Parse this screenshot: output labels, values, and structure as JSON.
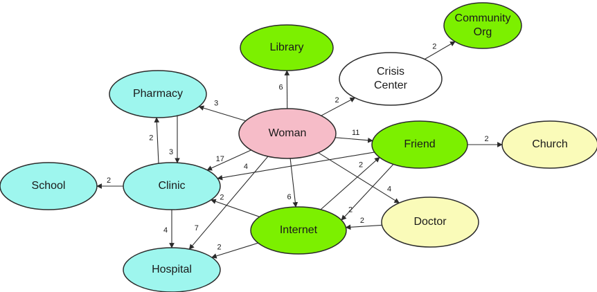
{
  "colors": {
    "pink": "#f6bcc8",
    "cyan": "#9ef6ee",
    "green": "#7cf000",
    "yellow": "#fafbb9",
    "white": "#ffffff",
    "stroke": "#2b2b2b"
  },
  "nodes": [
    {
      "id": "woman",
      "lines": [
        "Woman"
      ],
      "color": "pink"
    },
    {
      "id": "library",
      "lines": [
        "Library"
      ],
      "color": "green"
    },
    {
      "id": "crisis-center",
      "lines": [
        "Crisis",
        "Center"
      ],
      "color": "white"
    },
    {
      "id": "community-org",
      "lines": [
        "Community",
        "Org"
      ],
      "color": "green"
    },
    {
      "id": "pharmacy",
      "lines": [
        "Pharmacy"
      ],
      "color": "cyan"
    },
    {
      "id": "clinic",
      "lines": [
        "Clinic"
      ],
      "color": "cyan"
    },
    {
      "id": "school",
      "lines": [
        "School"
      ],
      "color": "cyan"
    },
    {
      "id": "hospital",
      "lines": [
        "Hospital"
      ],
      "color": "cyan"
    },
    {
      "id": "friend",
      "lines": [
        "Friend"
      ],
      "color": "green"
    },
    {
      "id": "church",
      "lines": [
        "Church"
      ],
      "color": "yellow"
    },
    {
      "id": "internet",
      "lines": [
        "Internet"
      ],
      "color": "green"
    },
    {
      "id": "doctor",
      "lines": [
        "Doctor"
      ],
      "color": "yellow"
    }
  ],
  "edges": [
    {
      "from": "woman",
      "to": "library",
      "label": "6"
    },
    {
      "from": "woman",
      "to": "crisis-center",
      "label": "2"
    },
    {
      "from": "crisis-center",
      "to": "community-org",
      "label": "2"
    },
    {
      "from": "woman",
      "to": "pharmacy",
      "label": "3"
    },
    {
      "from": "woman",
      "to": "clinic",
      "label": "17"
    },
    {
      "from": "woman",
      "to": "friend",
      "label": "11"
    },
    {
      "from": "woman",
      "to": "internet",
      "label": "6"
    },
    {
      "from": "woman",
      "to": "doctor",
      "label": "4"
    },
    {
      "from": "woman",
      "to": "hospital",
      "label": "7"
    },
    {
      "from": "clinic",
      "to": "pharmacy",
      "label": "2"
    },
    {
      "from": "pharmacy",
      "to": "clinic",
      "label": "3"
    },
    {
      "from": "clinic",
      "to": "school",
      "label": "2"
    },
    {
      "from": "clinic",
      "to": "hospital",
      "label": "4"
    },
    {
      "from": "friend",
      "to": "clinic",
      "label": "4"
    },
    {
      "from": "friend",
      "to": "church",
      "label": "2"
    },
    {
      "from": "internet",
      "to": "friend",
      "label": "2"
    },
    {
      "from": "friend",
      "to": "internet",
      "label": "2"
    },
    {
      "from": "internet",
      "to": "clinic",
      "label": "2"
    },
    {
      "from": "internet",
      "to": "hospital",
      "label": "2"
    },
    {
      "from": "doctor",
      "to": "internet",
      "label": "2"
    }
  ]
}
